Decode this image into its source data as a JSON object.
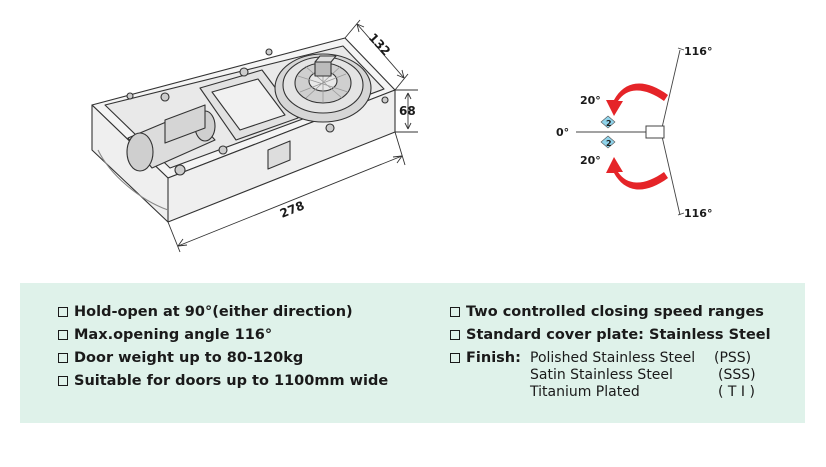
{
  "dimensions": {
    "length": "278",
    "width": "132",
    "height": "68"
  },
  "angles": {
    "top_max": "116°",
    "upper_hold": "20°",
    "zero": "0°",
    "lower_hold": "20°",
    "bottom_max": "116°",
    "speed_badge_1": "2",
    "speed_badge_2": "2"
  },
  "colors": {
    "arrow": "#e52428",
    "badge": "#8fd3ea",
    "panel": "#dff2ea"
  },
  "specs_left": [
    "Hold-open at 90°(either direction)",
    "Max.opening angle 116°",
    "Door weight up to 80-120kg",
    "Suitable for doors up to 1100mm wide"
  ],
  "specs_right": [
    "Two controlled closing speed ranges",
    "Standard cover plate: Stainless Steel"
  ],
  "finish": {
    "label": "Finish:",
    "options": [
      {
        "name": "Polished Stainless Steel",
        "code": "(PSS)"
      },
      {
        "name": "Satin Stainless Steel",
        "code": "(SSS)"
      },
      {
        "name": "Titanium Plated",
        "code": "( T I )"
      }
    ]
  }
}
